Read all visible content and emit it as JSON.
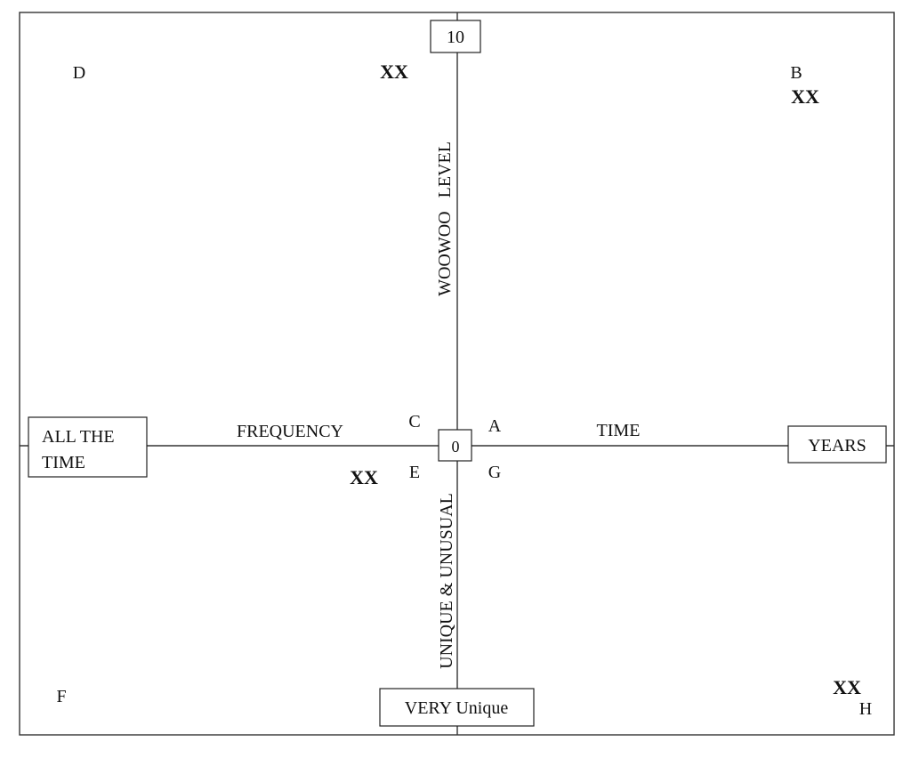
{
  "axes": {
    "top_value": "10",
    "center_value": "0",
    "bottom_box": "VERY Unique",
    "left_box_line1": "ALL THE",
    "left_box_line2": "TIME",
    "right_box": "YEARS",
    "up_label": "WOOWOO   LEVEL",
    "down_label": "UNIQUE & UNUSUAL",
    "left_label": "FREQUENCY",
    "right_label": "TIME"
  },
  "quadrant_letters": {
    "A": "A",
    "B": "B",
    "C": "C",
    "D": "D",
    "E": "E",
    "F": "F",
    "G": "G",
    "H": "H"
  },
  "markers": {
    "mark_1": "XX",
    "mark_2": "XX",
    "mark_3": "XX",
    "mark_4": "XX"
  }
}
